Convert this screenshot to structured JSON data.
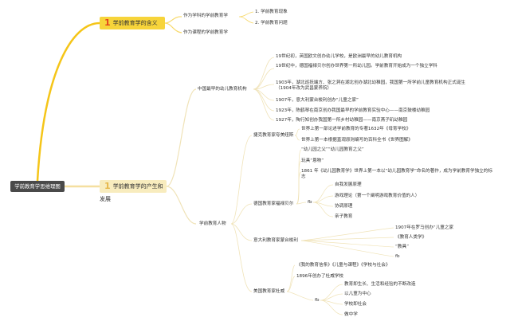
{
  "root": "学前教育学思维理图",
  "branch1": {
    "number": "1",
    "title": "学前教育学的含义",
    "items": [
      "作为学科的学前教育学",
      "作为课程的学前教育学"
    ],
    "subitems": [
      "1. 学前教育现象",
      "2. 学前教育问题"
    ]
  },
  "branch2": {
    "number": "1",
    "title": "学前教育学的产生和发展",
    "china": {
      "label": "中国最早的幼儿教育机构",
      "items": [
        "19世纪初，英国欧文创办幼儿学校，是欧洲最早的幼儿教育机构",
        "19世纪中，德国福禄贝尔创办世界第一所幼儿园。学前教育开始成为一个独立学科",
        "1903年，湖北巡抚端方、张之洞在湖北创办湖北幼稚园，我国第一所学前儿童教育机构正式诞生（1904年改为武昌蒙养院）",
        "1907年，意大利蒙台梭利创办“儿童之家”",
        "1923年，陈鹤琴在南京创办我国最早的学前教育实验中心——南京鼓楼幼稚园",
        "1927年，陶行知创办我国第一所乡村幼稚园——南京燕子矶幼稚园"
      ]
    },
    "figures": {
      "label": "学前教育人物",
      "comenius": {
        "label": "捷克教育家夸美纽斯",
        "items": [
          "世界上第一部论述学前教育的专著1632年《母育学校》",
          "世界上第一本根据直观原则编写的百科全书《世界图解》"
        ]
      },
      "froebel": {
        "label": "德国教育家福禄贝尔",
        "items": [
          "“幼儿园之父”“幼儿园教育之父”",
          "玩具“恩物”",
          "1861 年《幼儿园教育学》世界上第一本以“幼儿园教育学”命名的著作，成为学前教育学独立的标志"
        ],
        "sub_label": "fb",
        "sub_items": [
          "自我发展原理",
          "游戏理论（第一个阐明游戏教育价值的人）",
          "协调原理",
          "亲子教育"
        ]
      },
      "montessori": {
        "label": "意大利教育家蒙台梭利",
        "items": [
          "1907年在罗马创办“儿童之家",
          "《教育人类学》",
          "“教具”",
          "fb"
        ]
      },
      "dewey": {
        "label": "美国教育家杜威",
        "items": [
          "《我的教育信条》《儿童与课程》《学校与社会》",
          "1896年创办了杜威学校"
        ],
        "sub_label": "fb",
        "sub_items": [
          "教育即生长、生活和经验的不断改造",
          "以儿童为中心",
          "学校即社会",
          "做中学"
        ]
      }
    }
  },
  "colors": {
    "branch1": "#f5c518",
    "branch2": "#f5dfa0",
    "sub": "#f0e3b8"
  }
}
